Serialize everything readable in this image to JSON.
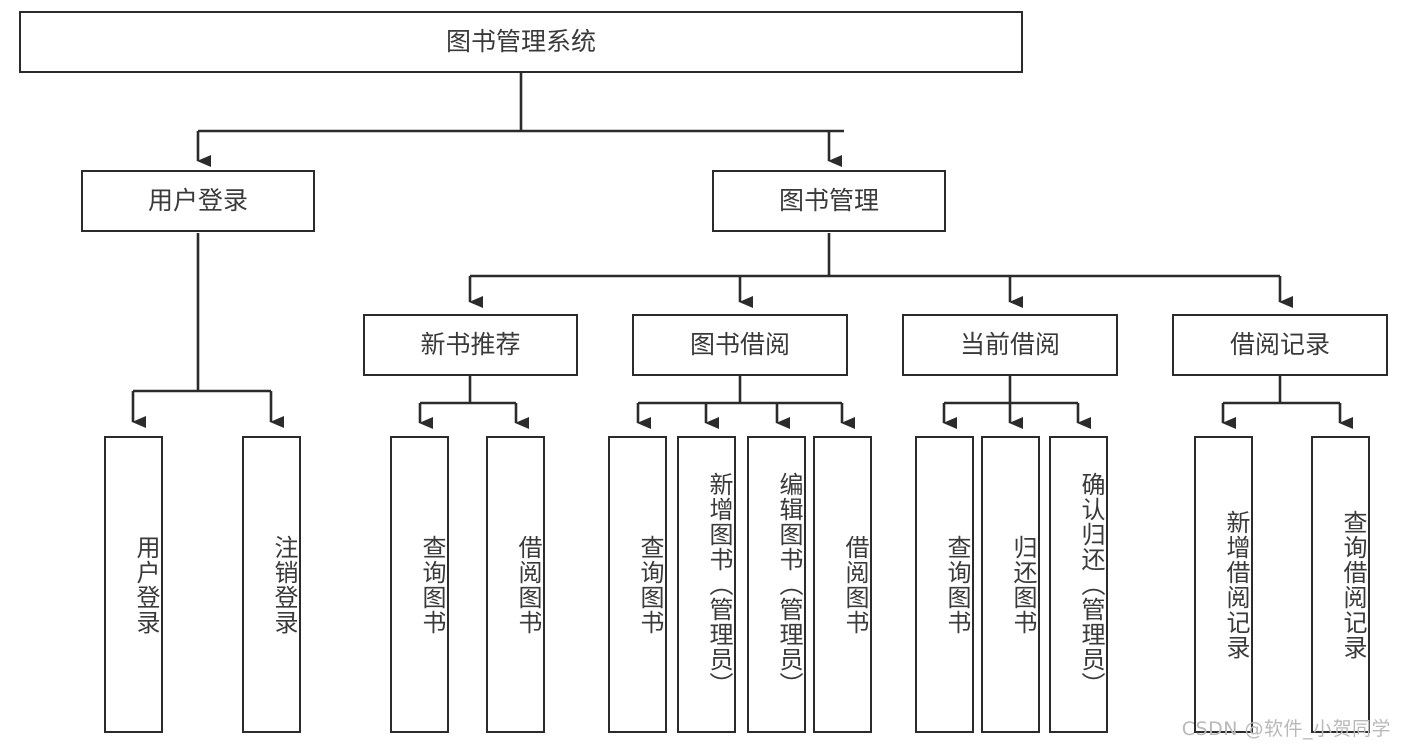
{
  "diagram": {
    "type": "tree-hierarchy-flowchart",
    "title": "图书管理系统",
    "orientation": "top-down",
    "stroke_color": "#2b2b2b",
    "text_color": "#3a3a3a",
    "background_color": "#ffffff"
  },
  "root": {
    "label": "图书管理系统"
  },
  "level2": [
    {
      "label": "用户登录"
    },
    {
      "label": "图书管理"
    }
  ],
  "level3": [
    {
      "label": "新书推荐"
    },
    {
      "label": "图书借阅"
    },
    {
      "label": "当前借阅"
    },
    {
      "label": "借阅记录"
    }
  ],
  "leaves": {
    "user_login": [
      {
        "label": "用户登录"
      },
      {
        "label": "注销登录"
      }
    ],
    "new_book_recommend": [
      {
        "label": "查询图书"
      },
      {
        "label": "借阅图书"
      }
    ],
    "book_borrow": [
      {
        "label": "查询图书"
      },
      {
        "label": "新增图书（管理员）"
      },
      {
        "label": "编辑图书（管理员）"
      },
      {
        "label": "借阅图书"
      }
    ],
    "current_borrow": [
      {
        "label": "查询图书"
      },
      {
        "label": "归还图书"
      },
      {
        "label": "确认归还（管理员）"
      }
    ],
    "borrow_records": [
      {
        "label": "新增借阅记录"
      },
      {
        "label": "查询借阅记录"
      }
    ]
  },
  "watermark": {
    "text": "CSDN @软件_小贺同学"
  }
}
